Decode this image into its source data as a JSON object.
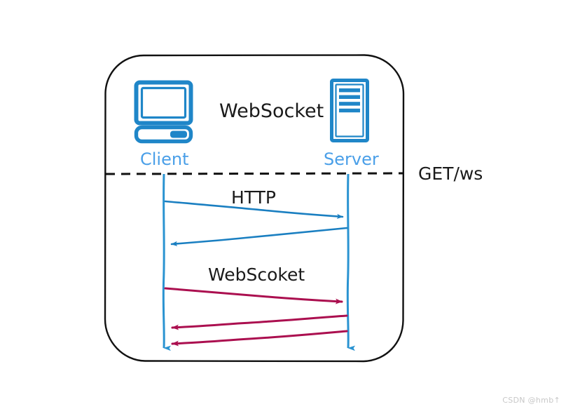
{
  "diagram": {
    "title": "WebSocket",
    "boundary_shape": "rounded-rectangle",
    "participants": [
      {
        "id": "client",
        "label": "Client",
        "icon": "desktop-computer-icon",
        "color": "#4a9fe8"
      },
      {
        "id": "server",
        "label": "Server",
        "icon": "server-tower-icon",
        "color": "#4a9fe8"
      }
    ],
    "separator": {
      "style": "dashed",
      "annotation": "GET/ws"
    },
    "phases": [
      {
        "id": "http-phase",
        "label": "HTTP",
        "color": "#1a7fc1",
        "messages": [
          {
            "direction": "client-to-server",
            "arrowhead": "right"
          },
          {
            "direction": "server-to-client",
            "arrowhead": "left"
          }
        ]
      },
      {
        "id": "websocket-phase",
        "label": "WebScoket",
        "color": "#ab0f4f",
        "messages": [
          {
            "direction": "client-to-server",
            "arrowhead": "right"
          },
          {
            "direction": "server-to-client",
            "arrowhead": "left"
          },
          {
            "direction": "server-to-client",
            "arrowhead": "left"
          }
        ]
      }
    ],
    "lifelines": [
      {
        "owner": "client",
        "color": "#2a93d1",
        "end_arrow": "down"
      },
      {
        "owner": "server",
        "color": "#2a93d1",
        "end_arrow": "down"
      }
    ]
  },
  "watermark": {
    "text": "CSDN @hmb↑"
  },
  "colors": {
    "icon_blue": "#1f86c8",
    "label_blue": "#4a9fe8",
    "lifeline_blue": "#2a93d1",
    "http_arrow_blue": "#1a7fc1",
    "ws_arrow_magenta": "#ab0f4f",
    "outline_black": "#111111",
    "watermark_gray": "#c8c8c8"
  }
}
